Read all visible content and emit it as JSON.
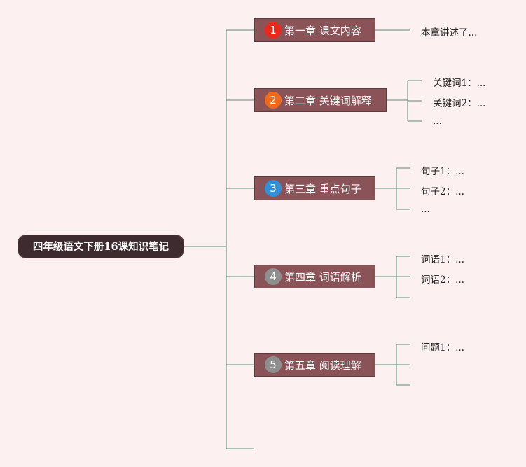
{
  "root": {
    "label": "四年级语文下册16课知识笔记"
  },
  "chapters": [
    {
      "number": "1",
      "label": "第一章 课文内容",
      "badge_color": "#e8291c",
      "items": [
        "本章讲述了..."
      ]
    },
    {
      "number": "2",
      "label": "第二章 关键词解释",
      "badge_color": "#ee6a1a",
      "items": [
        "关键词1：...",
        "关键词2：...",
        "..."
      ]
    },
    {
      "number": "3",
      "label": "第三章 重点句子",
      "badge_color": "#2f8fd8",
      "items": [
        "句子1：...",
        "句子2：...",
        "..."
      ]
    },
    {
      "number": "4",
      "label": "第四章 词语解析",
      "badge_color": "#8e8e8e",
      "items": [
        "词语1：...",
        "词语2：...",
        ""
      ]
    },
    {
      "number": "5",
      "label": "第五章 阅读理解",
      "badge_color": "#8e8e8e",
      "items": [
        "问题1：...",
        "",
        ""
      ]
    }
  ],
  "colors": {
    "background": "#fdf0f0",
    "connector": "#5a8a78"
  }
}
